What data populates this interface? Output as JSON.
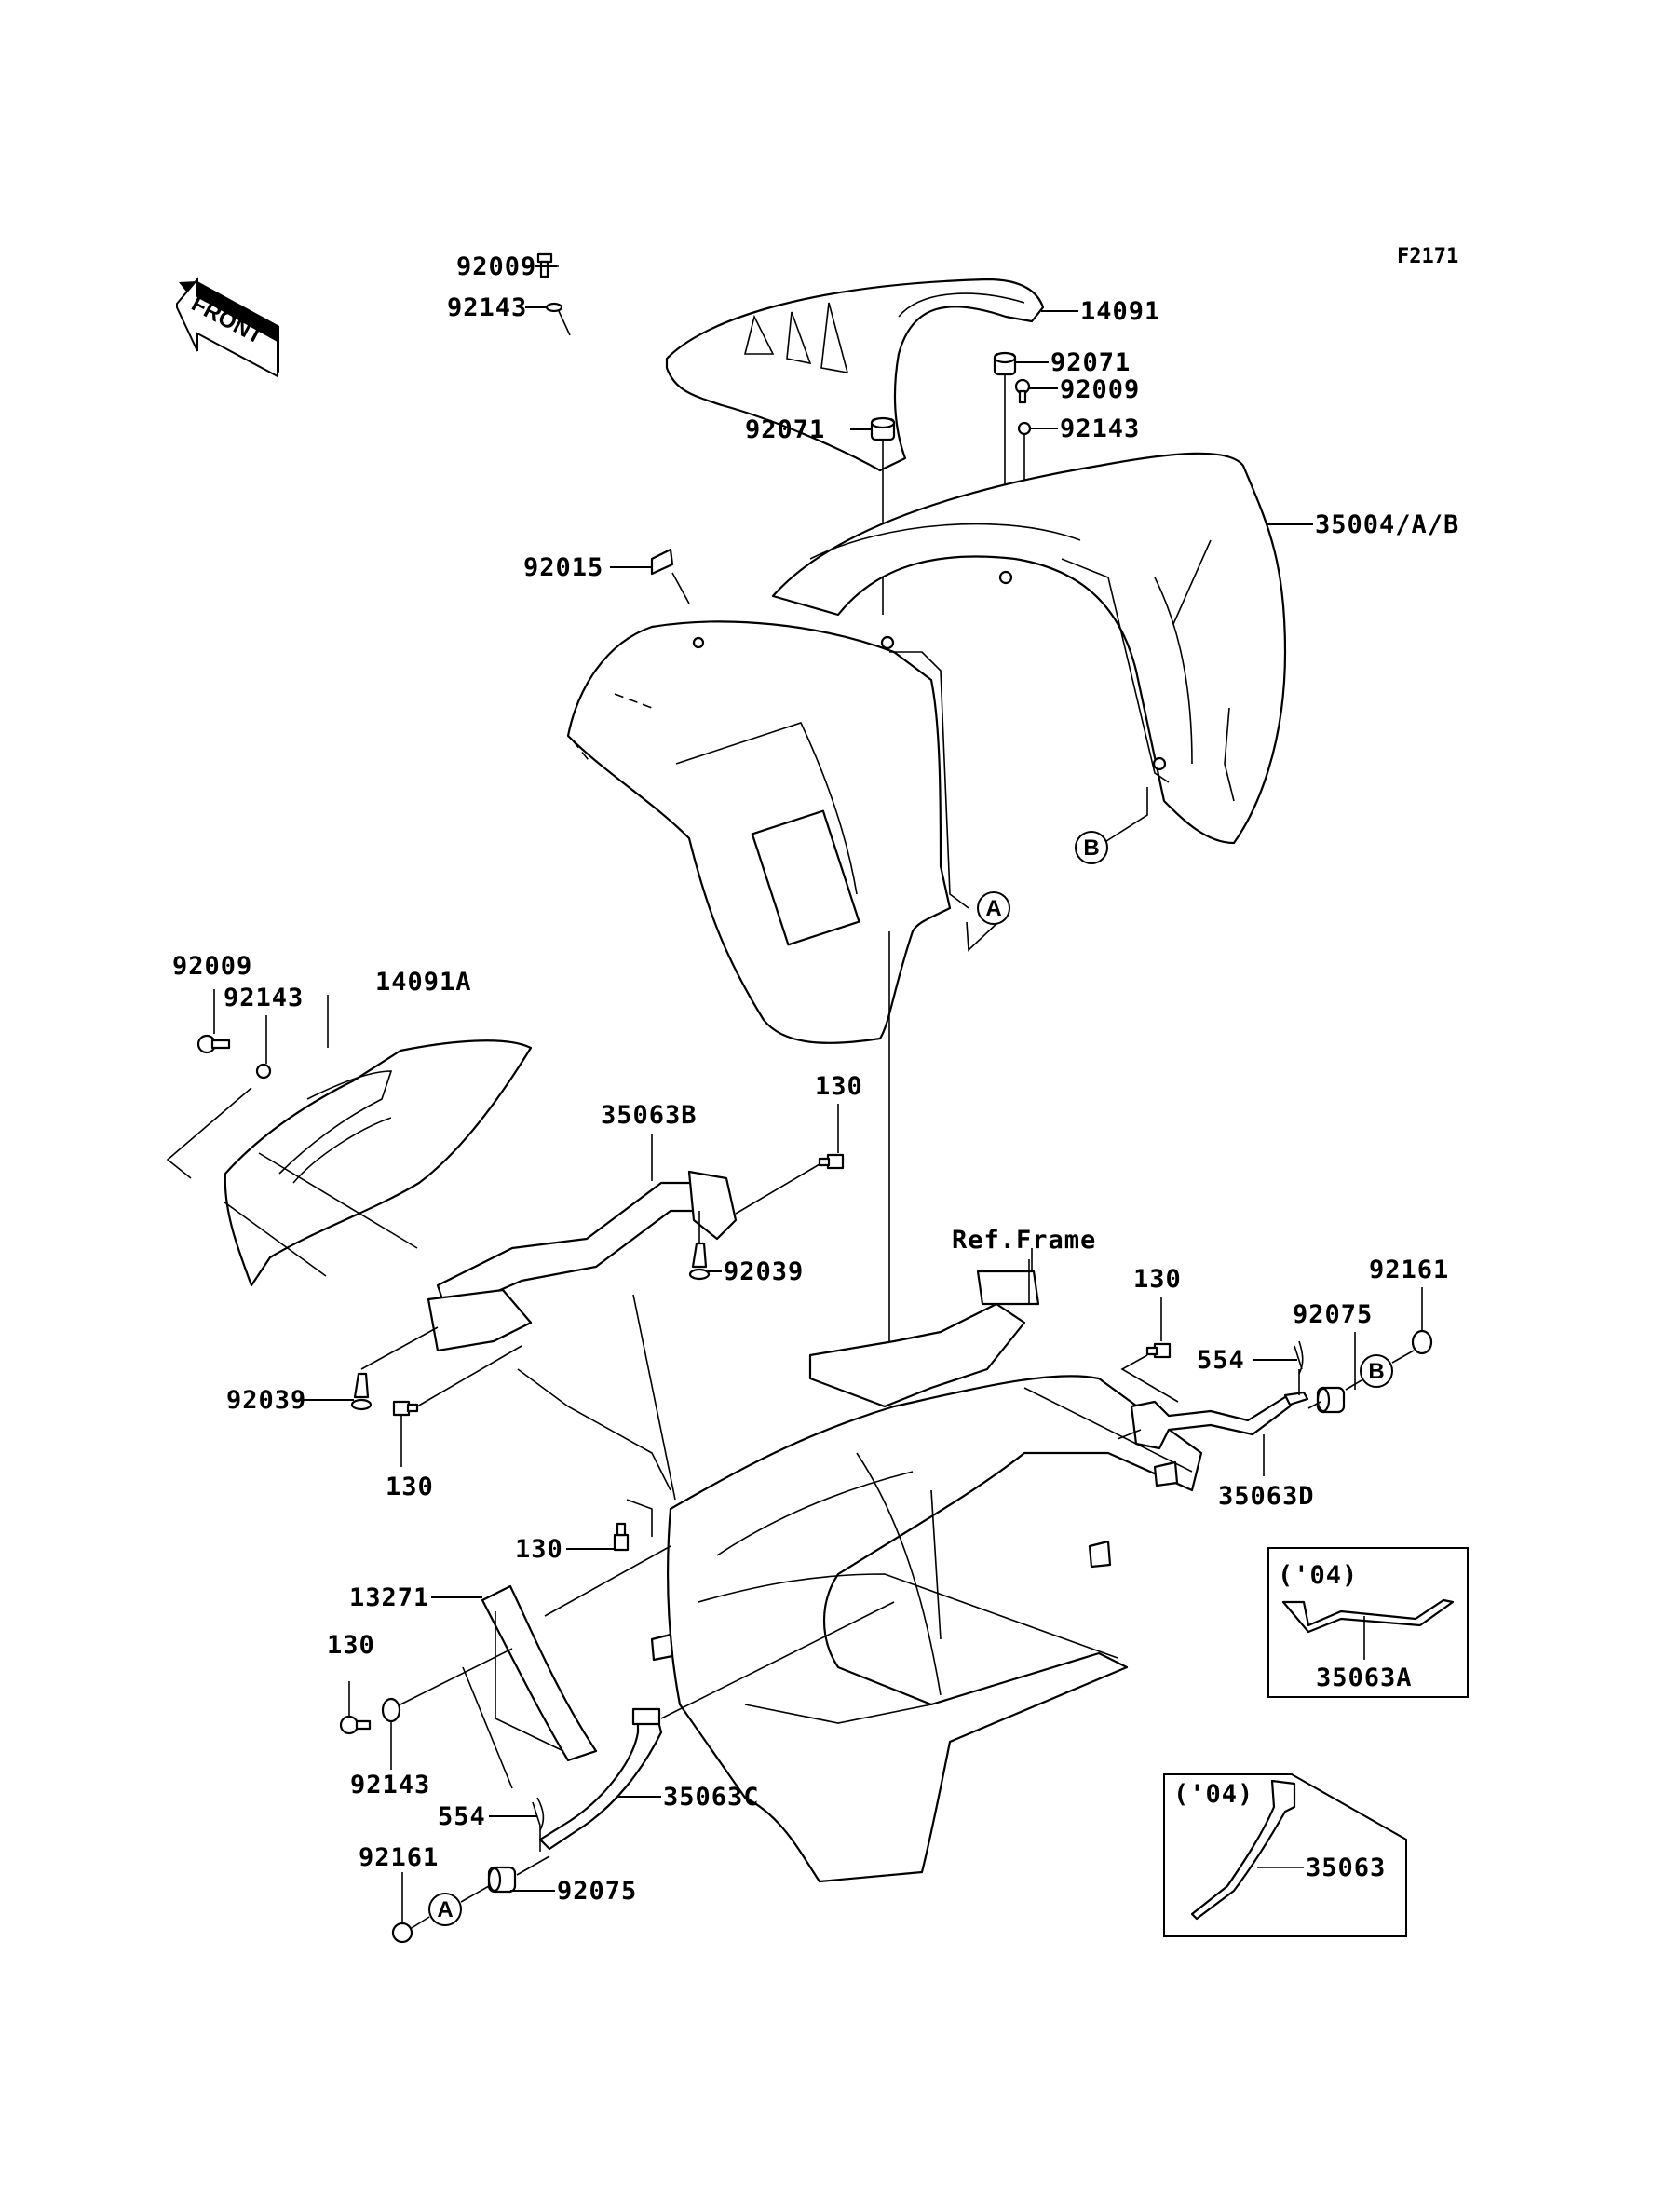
{
  "diagram": {
    "figure_code": "F2171",
    "orientation_indicator": "FRONT",
    "parts": [
      {
        "id": "p1",
        "number": "92009"
      },
      {
        "id": "p2",
        "number": "92143"
      },
      {
        "id": "p3",
        "number": "14091"
      },
      {
        "id": "p4",
        "number": "92071"
      },
      {
        "id": "p5",
        "number": "92009"
      },
      {
        "id": "p6",
        "number": "92071"
      },
      {
        "id": "p7",
        "number": "92143"
      },
      {
        "id": "p8",
        "number": "35004/A/B"
      },
      {
        "id": "p9",
        "number": "92015"
      },
      {
        "id": "p10",
        "number": "92009"
      },
      {
        "id": "p11",
        "number": "92143"
      },
      {
        "id": "p12",
        "number": "14091A"
      },
      {
        "id": "p13",
        "number": "35063B"
      },
      {
        "id": "p14",
        "number": "130"
      },
      {
        "id": "p15",
        "number": "92039"
      },
      {
        "id": "p16",
        "number": "92039"
      },
      {
        "id": "p17",
        "number": "130"
      },
      {
        "id": "p18",
        "number": "130"
      },
      {
        "id": "p19",
        "number": "13271"
      },
      {
        "id": "p20",
        "number": "130"
      },
      {
        "id": "p21",
        "number": "92143"
      },
      {
        "id": "p22",
        "number": "554"
      },
      {
        "id": "p23",
        "number": "35063C"
      },
      {
        "id": "p24",
        "number": "92161"
      },
      {
        "id": "p25",
        "number": "92075"
      },
      {
        "id": "p26",
        "number": "130"
      },
      {
        "id": "p27",
        "number": "554"
      },
      {
        "id": "p28",
        "number": "92075"
      },
      {
        "id": "p29",
        "number": "92161"
      },
      {
        "id": "p30",
        "number": "35063D"
      },
      {
        "id": "p31",
        "number": "Ref.Frame"
      }
    ],
    "ref_markers": {
      "a1": "A",
      "a2": "A",
      "b1": "B",
      "b2": "B"
    },
    "insets": [
      {
        "year": "('04)",
        "part": "35063A"
      },
      {
        "year": "('04)",
        "part": "35063"
      }
    ]
  }
}
